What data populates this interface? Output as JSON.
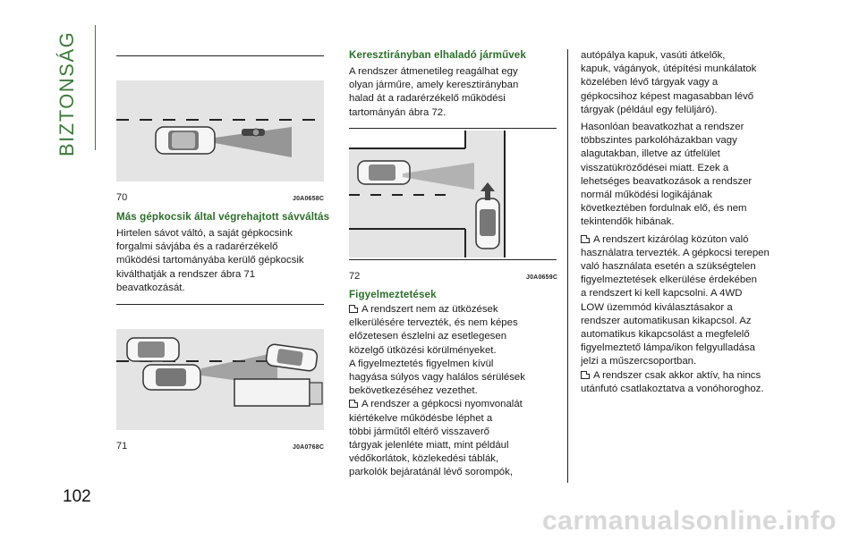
{
  "page": {
    "section_title": "BIZTONSÁG",
    "page_number": "102"
  },
  "figures": {
    "fig70": {
      "number": "70",
      "code": "J0A0658C"
    },
    "fig71": {
      "number": "71",
      "code": "J0A0768C"
    },
    "fig72": {
      "number": "72",
      "code": "J0A0659C"
    }
  },
  "col1": {
    "heading": "Más gépkocsik által végrehajtott sávváltás",
    "lines": [
      "Hirtelen sávot váltó, a saját gépkocsink",
      "forgalmi sávjába és a radarérzékelő",
      "működési tartományába kerülő gépkocsik",
      "kiválthatják a rendszer ábra 71",
      "beavatkozását."
    ]
  },
  "col2": {
    "heading": "Keresztirányban elhaladó járművek",
    "intro_lines": [
      "A rendszer átmenetileg reagálhat egy",
      "olyan járműre, amely keresztirányban",
      "halad át a radarérzékelő működési",
      "tartományán ábra 72."
    ],
    "warnings_heading": "Figyelmeztetések",
    "warning1_lines": [
      "A rendszert nem az ütközések",
      "elkerülésére tervezték, és nem képes",
      "előzetesen észlelni az esetlegesen",
      "közelgő ütközési körülményeket.",
      "A figyelmeztetés figyelmen kívül",
      "hagyása súlyos vagy halálos sérülések",
      "bekövetkezéséhez vezethet."
    ],
    "warning2_lines": [
      "A rendszer a gépkocsi nyomvonalát",
      "kiértékelve működésbe léphet a",
      "többi járműtől eltérő visszaverő",
      "tárgyak jelenléte miatt, mint például",
      "védőkorlátok, közlekedési táblák,",
      "parkolók bejáratánál lévő sorompók,"
    ]
  },
  "col3": {
    "para1_lines": [
      "autópálya kapuk, vasúti átkelők,",
      "kapuk, vágányok, útépítési munkálatok",
      "közelében lévő tárgyak vagy a",
      "gépkocsihoz képest magasabban lévő",
      "tárgyak (például egy felüljáró)."
    ],
    "para2_lines": [
      "Hasonlóan beavatkozhat a rendszer",
      "többszintes parkolóházakban vagy",
      "alagutakban, illetve az útfelület",
      "visszatükröződései miatt. Ezek a",
      "lehetséges beavatkozások a rendszer",
      "normál működési logikájának",
      "következtében fordulnak elő, és nem",
      "tekintendők hibának."
    ],
    "warning3_lines": [
      "A rendszert kizárólag közúton való",
      "használatra tervezték. A gépkocsi terepen",
      "való használata esetén a szükségtelen",
      "figyelmeztetések elkerülése érdekében",
      "a rendszert ki kell kapcsolni. A 4WD",
      "LOW üzemmód kiválasztásakor a",
      "rendszer automatikusan kikapcsol. Az",
      "automatikus kikapcsolást a megfelelő",
      "figyelmeztető lámpa/ikon felgyulladása",
      "jelzi a műszercsoportban."
    ],
    "warning4_lines": [
      "A rendszer csak akkor aktív, ha nincs",
      "utánfutó csatlakoztatva a vonóhoroghoz."
    ]
  },
  "watermark": "carmanualsonline.info"
}
